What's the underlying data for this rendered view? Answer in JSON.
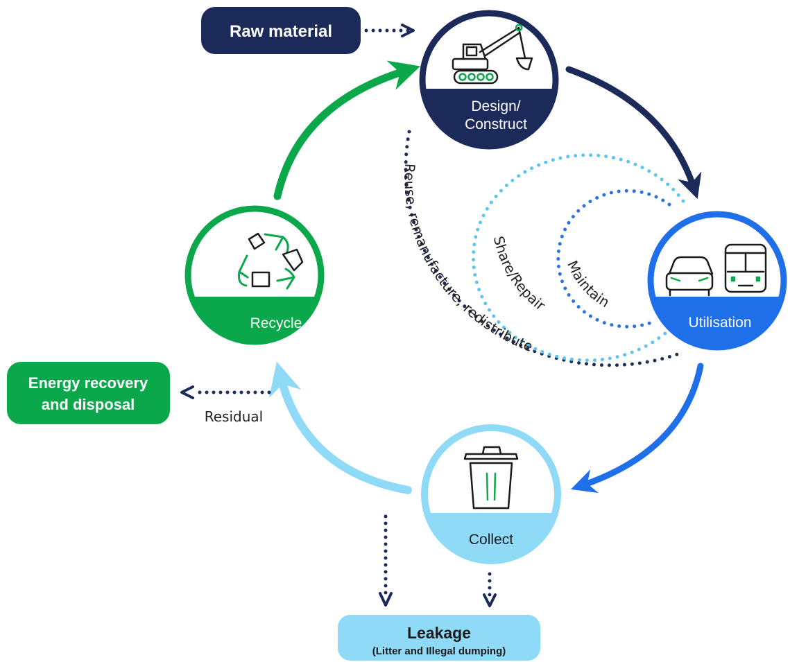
{
  "colors": {
    "navy": "#1c2a5a",
    "green": "#0aa84a",
    "blue": "#1f6fe8",
    "light_blue": "#8fdaf7",
    "sky_dots": "#5cc5ee",
    "mid_blue_dots": "#2a72e4"
  },
  "boxes": {
    "raw_material": "Raw material",
    "energy_recovery_line1": "Energy recovery",
    "energy_recovery_line2": "and disposal",
    "leakage_title": "Leakage",
    "leakage_subtitle": "(Litter and Illegal dumping)"
  },
  "nodes": {
    "design_line1": "Design/",
    "design_line2": "Construct",
    "utilisation": "Utilisation",
    "collect": "Collect",
    "recycle": "Recycle"
  },
  "icons": {
    "design": "excavator-icon",
    "utilisation": "car-and-bus-icon",
    "collect": "waste-bin-icon",
    "recycle": "recycle-icon"
  },
  "loops": {
    "reuse": "Reuse, remanufacture, redistribute",
    "share": "Share/Repair",
    "maintain": "Maintain"
  },
  "labels": {
    "residual": "Residual"
  }
}
